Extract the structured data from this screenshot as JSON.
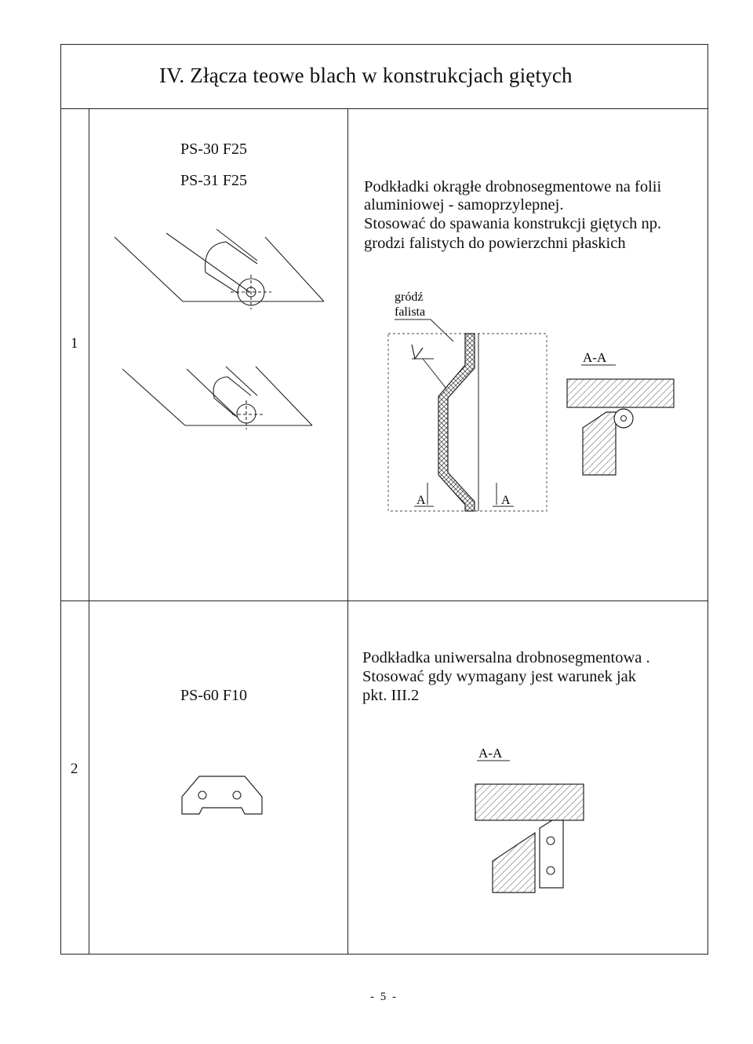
{
  "section": {
    "title": "IV.  Złącza teowe blach w konstrukcjach giętych"
  },
  "rows": [
    {
      "number": "1",
      "codes": [
        "PS-30 F25",
        "PS-31 F25"
      ],
      "description": [
        "Podkładki okrągłe drobnosegmentowe na folii",
        "aluminiowej - samoprzylepnej.",
        "Stosować do spawania konstrukcji giętych np.",
        "grodzi falistych do powierzchni płaskich"
      ],
      "callout_label": [
        "gródź",
        "falista"
      ],
      "section_label": "A-A",
      "section_marks": [
        "A",
        "A"
      ]
    },
    {
      "number": "2",
      "codes": [
        "PS-60 F10"
      ],
      "description": [
        "Podkładka uniwersalna drobnosegmentowa .",
        "Stosować  gdy  wymagany  jest  warunek  jak",
        "pkt. III.2"
      ],
      "section_label": "A-A"
    }
  ],
  "footer": {
    "page_number": "- 5 -"
  }
}
